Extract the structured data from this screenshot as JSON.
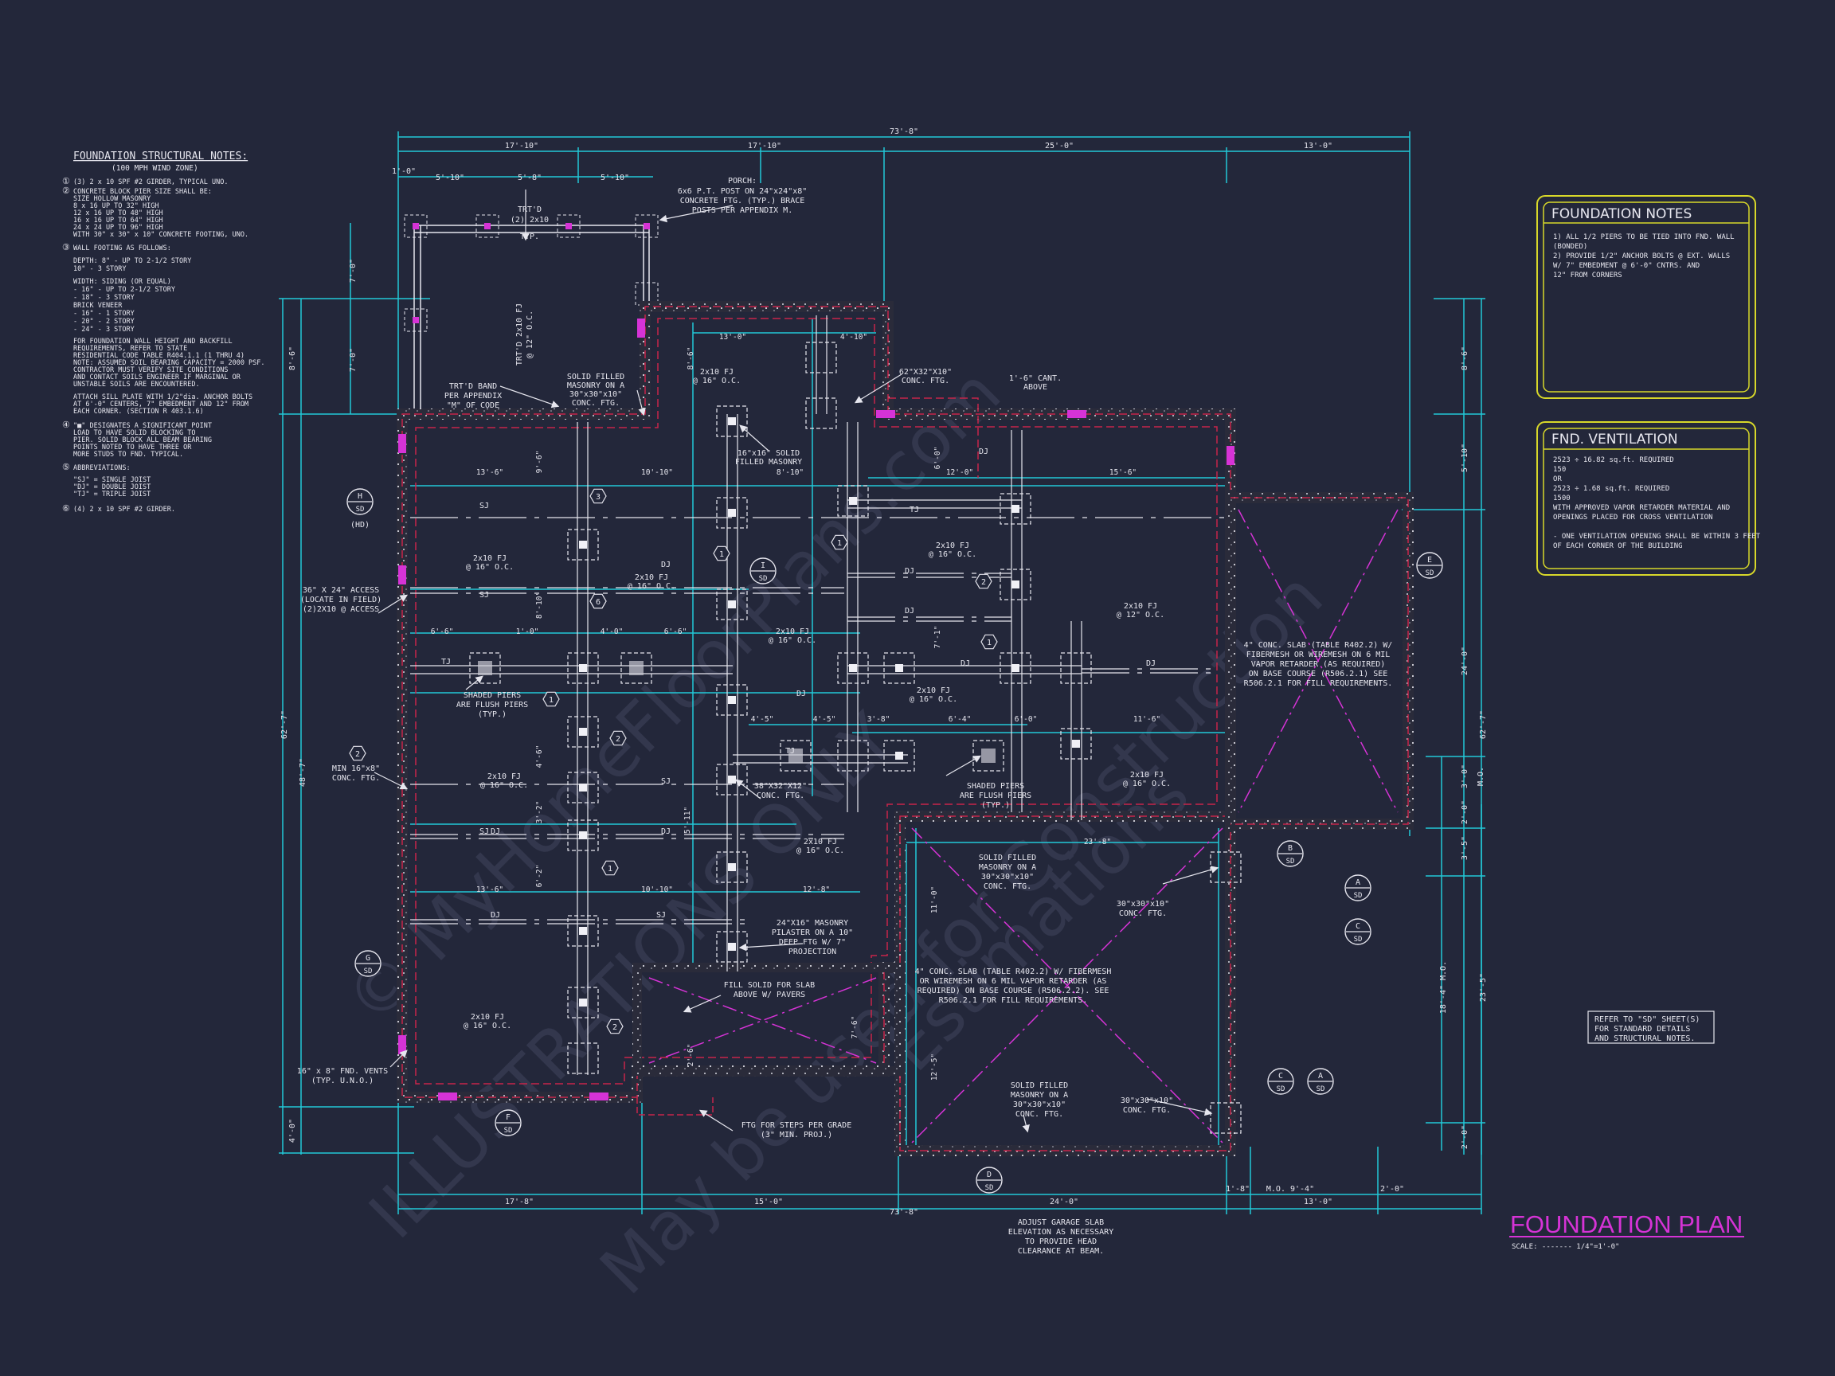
{
  "structural_notes": {
    "title": "FOUNDATION STRUCTURAL NOTES:",
    "subtitle": "(100 MPH WIND ZONE)",
    "lines": [
      "(3) 2 x 10 SPF #2 GIRDER, TYPICAL UNO.",
      "CONCRETE BLOCK PIER SIZE SHALL BE:",
      "SIZE      HOLLOW MASONRY",
      "8 x 16      UP TO 32\" HIGH",
      "12 x 16     UP TO 48\" HIGH",
      "16 x 16     UP TO 64\" HIGH",
      "24 x 24     UP TO 96\" HIGH",
      "WITH 30\" x 30\" x 10\" CONCRETE FOOTING, UNO.",
      "WALL FOOTING AS FOLLOWS:",
      "DEPTH:  8\" - UP TO 2-1/2 STORY",
      "        10\" - 3 STORY",
      "WIDTH:  SIDING (OR EQUAL)",
      "        - 16\" - UP TO 2-1/2 STORY",
      "        - 18\" - 3 STORY",
      "        BRICK VENEER",
      "        - 16\" - 1 STORY",
      "        - 20\" - 2 STORY",
      "        - 24\" - 3 STORY",
      "FOR FOUNDATION WALL HEIGHT AND BACKFILL",
      "REQUIREMENTS, REFER TO STATE",
      "RESIDENTIAL CODE TABLE R404.1.1 (1 THRU 4)",
      "NOTE: ASSUMED SOIL BEARING CAPACITY = 2000 PSF.",
      "CONTRACTOR MUST VERIFY SITE CONDITIONS",
      "AND CONTACT SOILS ENGINEER IF MARGINAL OR",
      "UNSTABLE SOILS ARE ENCOUNTERED.",
      "ATTACH SILL PLATE WITH 1/2\"dia. ANCHOR BOLTS",
      "AT 6'-0\" CENTERS, 7\" EMBEDMENT AND 12\" FROM",
      "EACH CORNER. (SECTION R 403.1.6)",
      "\"■\" DESIGNATES A SIGNIFICANT POINT",
      "LOAD TO HAVE SOLID BLOCKING TO",
      "PIER. SOLID BLOCK ALL BEAM BEARING",
      "POINTS NOTED TO HAVE THREE OR",
      "MORE STUDS TO FND. TYPICAL.",
      "ABBREVIATIONS:",
      "\"SJ\" = SINGLE JOIST",
      "\"DJ\" = DOUBLE JOIST",
      "\"TJ\" = TRIPLE JOIST",
      "(4) 2 x 10 SPF #2 GIRDER."
    ]
  },
  "foundation_notes": {
    "title": "FOUNDATION NOTES",
    "lines": [
      "1) ALL 1/2 PIERS TO BE TIED INTO FND. WALL",
      "   (BONDED)",
      "2) PROVIDE 1/2\" ANCHOR BOLTS @ EXT. WALLS",
      "   W/ 7\" EMBEDMENT @ 6'-0\" CNTRS. AND",
      "   12\" FROM CORNERS"
    ]
  },
  "ventilation": {
    "title": "FND. VENTILATION",
    "lines": [
      "2523 ÷ 16.82 sq.ft. REQUIRED",
      "150",
      "OR",
      "2523 ÷ 1.68 sq.ft. REQUIRED",
      "1500",
      "WITH APPROVED VAPOR RETARDER MATERIAL AND",
      "OPENINGS PLACED FOR CROSS VENTILATION",
      "",
      "- ONE VENTILATION OPENING SHALL BE WITHIN 3 FEET",
      "  OF EACH CORNER OF THE BUILDING"
    ]
  },
  "refer_note": [
    "REFER TO \"SD\" SHEET(S)",
    "FOR STANDARD DETAILS",
    "AND STRUCTURAL NOTES."
  ],
  "title_block": {
    "title": "FOUNDATION PLAN",
    "scale": "SCALE: ------- 1/4\"=1'-0\""
  },
  "watermark": [
    "© MyHomeFloorPlans.com",
    "ILLUSTRATIONS ONLY",
    "May be used for Construction",
    "Estimations"
  ],
  "dims_top": [
    "73'-8\"",
    "17'-10\"",
    "17'-10\"",
    "25'-0\"",
    "13'-0\"",
    "5'-10\"",
    "5'-8\"",
    "5'-10\"",
    "1'-0\""
  ],
  "dims_bottom": [
    "73'-8\"",
    "17'-8\"",
    "15'-0\"",
    "24'-0\"",
    "13'-0\"",
    "1'-8\"",
    "M.O. 9'-4\"",
    "2'-0\""
  ],
  "dims_left": [
    "62'-7\"",
    "48'-7\"",
    "8'-6\"",
    "4'-0\"",
    "7'-0\"",
    "7'-0\""
  ],
  "dims_right": [
    "62'-7\"",
    "8'-6\"",
    "5'-10\"",
    "24'-0\"",
    "3'-0\"",
    "2'-0\"",
    "3'-5\"",
    "18'-4\" M.O.",
    "23'-5\"",
    "2'-0\"",
    "M.O."
  ],
  "interior_dims": [
    "13'-6\"",
    "10'-10\"",
    "13'-6\"",
    "10'-10\"",
    "12'-8\"",
    "15'-6\"",
    "12'-0\"",
    "13'-0\"",
    "4'-10\"",
    "8'-10\"",
    "6'-6\"",
    "1'-0\"",
    "4'-0\"",
    "6'-6\"",
    "4'-5\"",
    "4'-5\"",
    "3'-8\"",
    "6'-4\"",
    "6'-0\"",
    "11'-6\"",
    "23'-8\"",
    "9'-6\"",
    "8'-10\"",
    "6'-2\"",
    "3'-2\"",
    "5'-11\"",
    "4'-6\"",
    "7'-1\"",
    "11'-0\"",
    "12'-5\"",
    "6'-0\"",
    "7'-6\"",
    "2'-6\"",
    "8'-6\""
  ],
  "callouts": [
    "PORCH:",
    "6x6 P.T. POST ON 24\"x24\"x8\"",
    "CONCRETE FTG. (TYP.) BRACE",
    "POSTS PER APPENDIX M.",
    "TRT'D",
    "(2) 2x10",
    "TYP.",
    "TRT'D 2x10 FJ",
    "@ 12\" O.C.",
    "TRT'D BAND",
    "PER APPENDIX",
    "\"M\" OF CODE",
    "SOLID FILLED",
    "MASONRY ON A",
    "30\"x30\"x10\"",
    "CONC. FTG.",
    "62\"X32\"X10\"",
    "CONC. FTG.",
    "1'-6\" CANT.",
    "ABOVE",
    "16\"x16\" SOLID",
    "FILLED MASONRY",
    "2x10 FJ",
    "@ 16\" O.C.",
    "2x10 FJ",
    "@ 16\" O.C.",
    "2x10 FJ",
    "@ 16\" O.C.",
    "2x10 FJ",
    "@ 16\" O.C.",
    "2x10 FJ",
    "@ 16\" O.C.",
    "2x10 FJ",
    "@ 16\" O.C.",
    "2x10 FJ",
    "@ 12\" O.C.",
    "2x10 FJ",
    "@ 16\" O.C.",
    "2x10 FJ",
    "@ 16\" O.C.",
    "2x10 FJ",
    "@ 16\" O.C.",
    "2x10 FJ",
    "@ 16\" O.C.",
    "36\" X 24\" ACCESS",
    "(LOCATE IN FIELD)",
    "(2)2X10 @ ACCESS",
    "SHADED PIERS",
    "ARE FLUSH PIERS",
    "(TYP.)",
    "SHADED PIERS",
    "ARE FLUSH PIERS",
    "(TYP.)",
    "MIN 16\"x8\"",
    "CONC. FTG.",
    "38\"X32\"X12\"",
    "CONC. FTG.",
    "24\"X16\" MASONRY",
    "PILASTER ON A 10\"",
    "DEEP FTG W/ 7\"",
    "PROJECTION",
    "FILL SOLID FOR SLAB",
    "ABOVE W/ PAVERS",
    "16\" x 8\" FND. VENTS",
    "(TYP. U.N.O.)",
    "FTG FOR STEPS PER GRADE",
    "(3\" MIN. PROJ.)",
    "4\" CONC. SLAB (TABLE R402.2) W/",
    "FIBERMESH OR WIREMESH ON 6 MIL",
    "VAPOR RETARDER (AS REQUIRED)",
    "ON BASE COURSE (R506.2.1) SEE",
    "R506.2.1 FOR FILL REQUIREMENTS.",
    "4\" CONC. SLAB (TABLE R402.2) W/ FIBERMESH",
    "OR WIREMESH ON 6 MIL VAPOR RETARDER (AS",
    "REQUIRED) ON BASE COURSE (R506.2.2). SEE",
    "R506.2.1 FOR FILL REQUIREMENTS.",
    "SOLID FILLED",
    "MASONRY ON A",
    "30\"x30\"x10\"",
    "CONC. FTG.",
    "30\"x30\"x10\"",
    "CONC. FTG.",
    "SOLID FILLED",
    "MASONRY ON A",
    "30\"x30\"x10\"",
    "CONC. FTG.",
    "30\"x30\"x10\"",
    "CONC. FTG.",
    "ADJUST GARAGE SLAB",
    "ELEVATION AS NECESSARY",
    "TO PROVIDE HEAD",
    "CLEARANCE AT BEAM.",
    "(HD)"
  ],
  "joist_tags": [
    "SJ",
    "SJ",
    "SJ",
    "SJ",
    "SJ",
    "TJ",
    "TJ",
    "TJ",
    "DJ",
    "DJ",
    "DJ",
    "DJ",
    "DJ",
    "DJ",
    "DJ",
    "DJ",
    "DJ",
    "DJ"
  ],
  "section_markers": [
    {
      "top": "H",
      "bottom": "SD"
    },
    {
      "top": "I",
      "bottom": "SD"
    },
    {
      "top": "E",
      "bottom": "SD"
    },
    {
      "top": "G",
      "bottom": "SD"
    },
    {
      "top": "F",
      "bottom": "SD"
    },
    {
      "top": "D",
      "bottom": "SD"
    },
    {
      "top": "B",
      "bottom": "SD"
    },
    {
      "top": "A",
      "bottom": "SD"
    },
    {
      "top": "C",
      "bottom": "SD"
    },
    {
      "top": "C",
      "bottom": "SD"
    },
    {
      "top": "A",
      "bottom": "SD"
    }
  ],
  "note_tags": [
    "1",
    "1",
    "1",
    "1",
    "1",
    "2",
    "2",
    "2",
    "2",
    "3",
    "6",
    "6"
  ],
  "colors": {
    "background": "#23273a",
    "dimension": "#22c8d8",
    "wall": "#c8254a",
    "slab_x": "#d633d6",
    "panel_border": "#d8d82a",
    "note_green": "#3ee03e",
    "title": "#d633d6"
  }
}
